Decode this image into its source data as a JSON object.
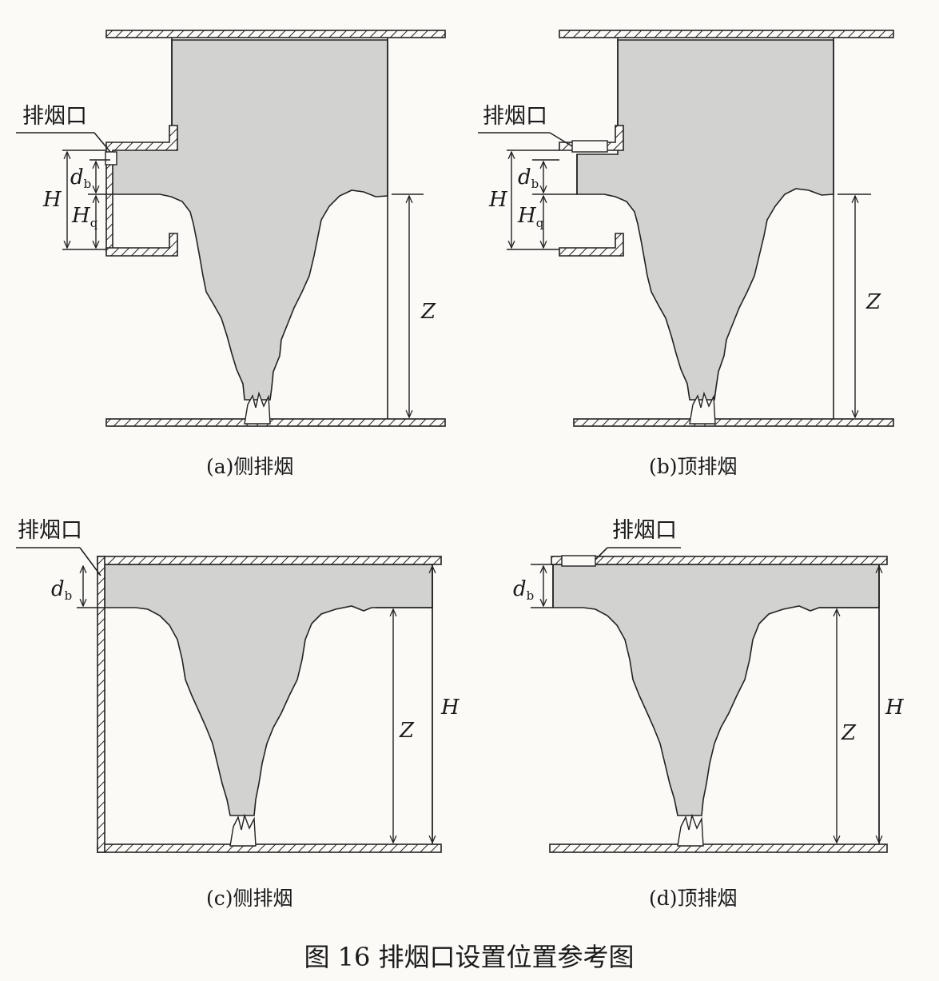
{
  "figure": {
    "title": "图 16  排烟口设置位置参考图"
  },
  "panels": [
    {
      "id": "a",
      "caption": "(a)侧排烟",
      "outlet_label": "排烟口",
      "dims": [
        "d",
        "H",
        "Z"
      ]
    },
    {
      "id": "b",
      "caption": "(b)顶排烟",
      "outlet_label": "排烟口",
      "dims": [
        "d",
        "H",
        "Z"
      ]
    },
    {
      "id": "c",
      "caption": "(c)侧排烟",
      "outlet_label": "排烟口",
      "dims": [
        "d",
        "Z",
        "H"
      ]
    },
    {
      "id": "d",
      "caption": "(d)顶排烟",
      "outlet_label": "排烟口",
      "dims": [
        "d",
        "Z",
        "H"
      ]
    }
  ],
  "symbols": {
    "d": "d",
    "d_sub": "b",
    "H": "H",
    "Hq": "H",
    "Hq_sub": "q",
    "Z": "Z"
  }
}
